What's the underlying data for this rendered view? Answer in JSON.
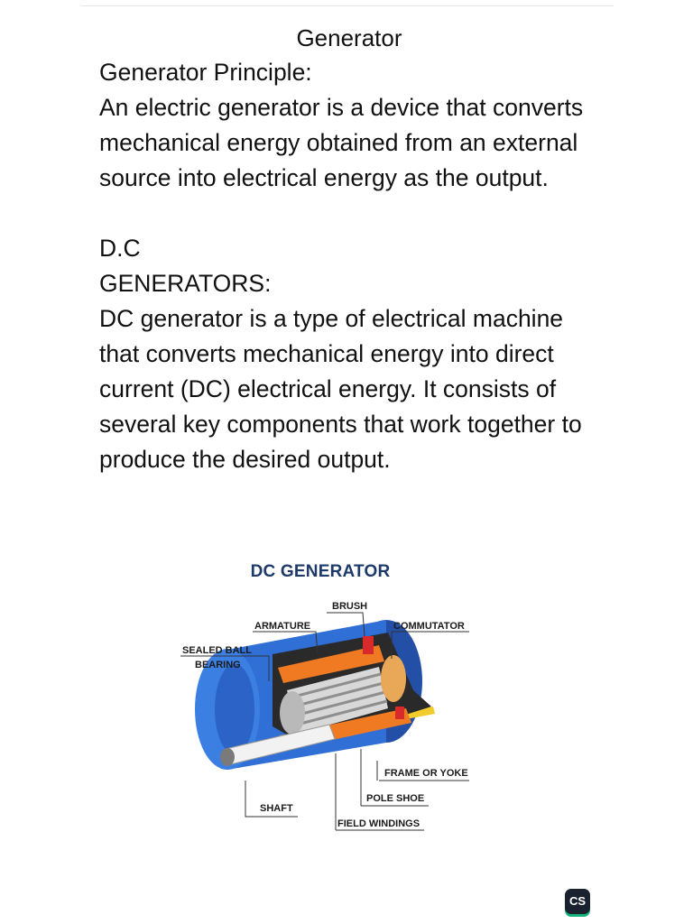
{
  "document": {
    "title": "Generator",
    "principle_heading": "Generator Principle:",
    "principle_text": "An electric generator is a device that converts mechanical energy obtained from an external source into electrical energy as the output.",
    "dc_heading_line1": "D.C",
    "dc_heading_line2": "GENERATORS:",
    "dc_text": "DC generator is a type of electrical machine that converts mechanical energy into direct current (DC) electrical energy. It consists of several key components that work together to produce the desired output."
  },
  "figure": {
    "title": "DC GENERATOR",
    "labels": {
      "brush": "BRUSH",
      "armature": "ARMATURE",
      "commutator": "COMMUTATOR",
      "sealed_ball": "SEALED BALL",
      "bearing": "BEARING",
      "frame_or_yoke": "FRAME OR YOKE",
      "pole_shoe": "POLE SHOE",
      "shaft": "SHAFT",
      "field_windings": "FIELD WINDINGS"
    }
  },
  "badge": {
    "text": "CS"
  },
  "colors": {
    "housing_blue": "#2f6fd6",
    "winding_orange": "#f07a22",
    "brush_red": "#d82a2a",
    "title_navy": "#1e3a6b",
    "badge_green": "#15b37a"
  }
}
